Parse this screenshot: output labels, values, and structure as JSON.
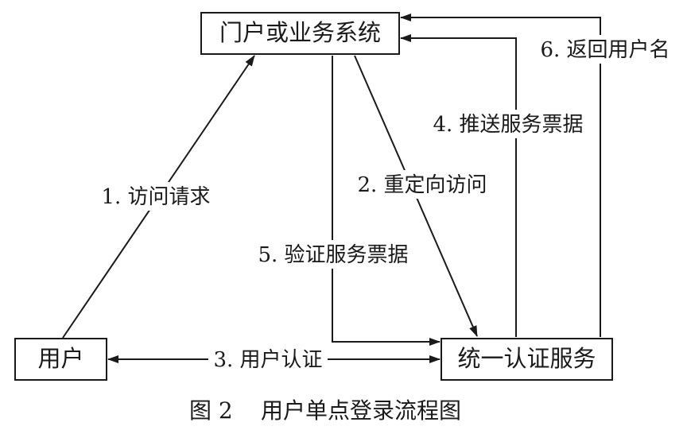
{
  "nodes": {
    "portal": "门户或业务系统",
    "user": "用户",
    "auth": "统一认证服务"
  },
  "edges": {
    "step1": "1. 访问请求",
    "step2": "2. 重定向访问",
    "step3": "3. 用户认证",
    "step4": "4. 推送服务票据",
    "step5": "5. 验证服务票据",
    "step6": "6. 返回用户名"
  },
  "caption": {
    "figure_no": "图 2",
    "title": "用户单点登录流程图"
  }
}
